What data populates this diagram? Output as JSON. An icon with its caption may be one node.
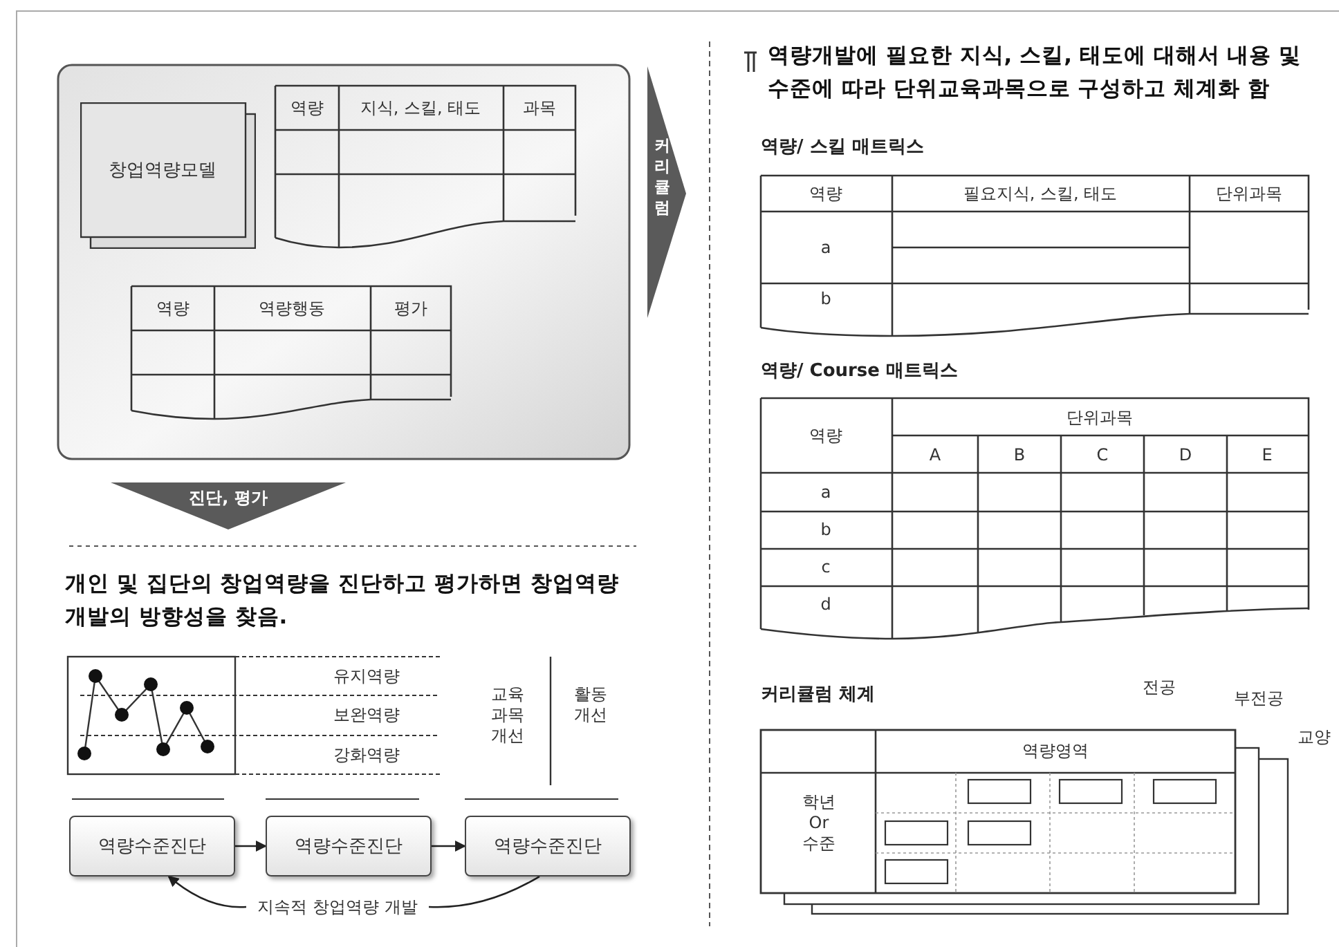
{
  "diagram": {
    "nodes": [
      {
        "text": [
          "창업역량모델"
        ]
      },
      {
        "text": [
          "커리큘럼"
        ]
      },
      {
        "text": [
          "진단, 평가"
        ]
      },
      {
        "text": [
          "역량수준진단"
        ]
      },
      {
        "text": [
          "역량수준진단"
        ]
      },
      {
        "text": [
          "역량수준진단"
        ]
      },
      {
        "text": [
          "지속적 창업역량 개발"
        ]
      }
    ],
    "edges": [
      {
        "from": 3,
        "to": 4,
        "arrow": "to"
      },
      {
        "from": 4,
        "to": 5,
        "arrow": "to"
      },
      {
        "from": 6,
        "to": 3,
        "arrow": "to"
      },
      {
        "from": 6,
        "to": 5,
        "arrow": "none"
      }
    ],
    "labels": [
      "역량",
      "지식, 스킬, 태도",
      "과목",
      "역량",
      "역량행동",
      "평가",
      "개인 및 집단의 창업역량을 진단하고 평가하면 창업역량 개발의 방향성을 찾음.",
      "유지역량",
      "보완역량",
      "강화역량",
      "교육 과목 개선",
      "활동 개선",
      "역량개발에 필요한 지식, 스킬, 태도에 대해서 내용 및 수준에 따라 단위교육과목으로 구성하고 체계화 함",
      "역량/ 스킬 매트릭스",
      "역량",
      "필요지식, 스킬, 태도",
      "단위과목",
      "a",
      "b",
      "역량/ Course 매트릭스",
      "역량",
      "단위과목",
      "A",
      "B",
      "C",
      "D",
      "E",
      "a",
      "b",
      "c",
      "d",
      "커리큘럼 체계",
      "전공",
      "부전공",
      "교양",
      "역량영역",
      "학년 Or 수준"
    ]
  }
}
